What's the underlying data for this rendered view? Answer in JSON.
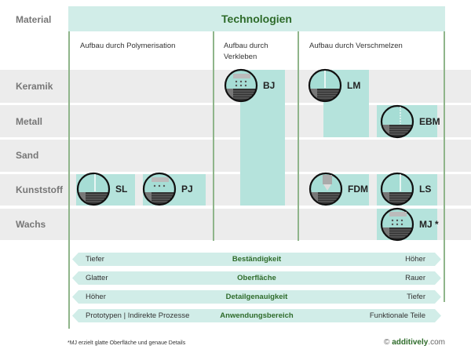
{
  "header": {
    "material_label": "Material",
    "technologies_label": "Technologien"
  },
  "columns": [
    "Aufbau durch Polymerisation",
    "Aufbau durch Verkleben",
    "Aufbau durch Verschmelzen"
  ],
  "materials": [
    "Keramik",
    "Metall",
    "Sand",
    "Kunststoff",
    "Wachs"
  ],
  "technologies": {
    "bj": "BJ",
    "lm": "LM",
    "ebm": "EBM",
    "sl": "SL",
    "pj": "PJ",
    "fdm": "FDM",
    "ls": "LS",
    "mj": "MJ *"
  },
  "scales": [
    {
      "left": "Tiefer",
      "center": "Beständigkeit",
      "right": "Höher"
    },
    {
      "left": "Glatter",
      "center": "Oberfläche",
      "right": "Rauer"
    },
    {
      "left": "Höher",
      "center": "Detailgenauigkeit",
      "right": "Tiefer"
    },
    {
      "left": "Prototypen | Indirekte Prozesse",
      "center": "Anwendungsbereich",
      "right": "Funktionale Teile"
    }
  ],
  "footnote": "*MJ erzielt glatte Oberfläche und genaue Details",
  "brand": {
    "symbol": "©",
    "name": "additively",
    ".tld": ".com",
    "tld": ".com"
  },
  "colors": {
    "teal": "#b5e3dc",
    "green": "#2e6b2a",
    "gray": "#ececec"
  }
}
